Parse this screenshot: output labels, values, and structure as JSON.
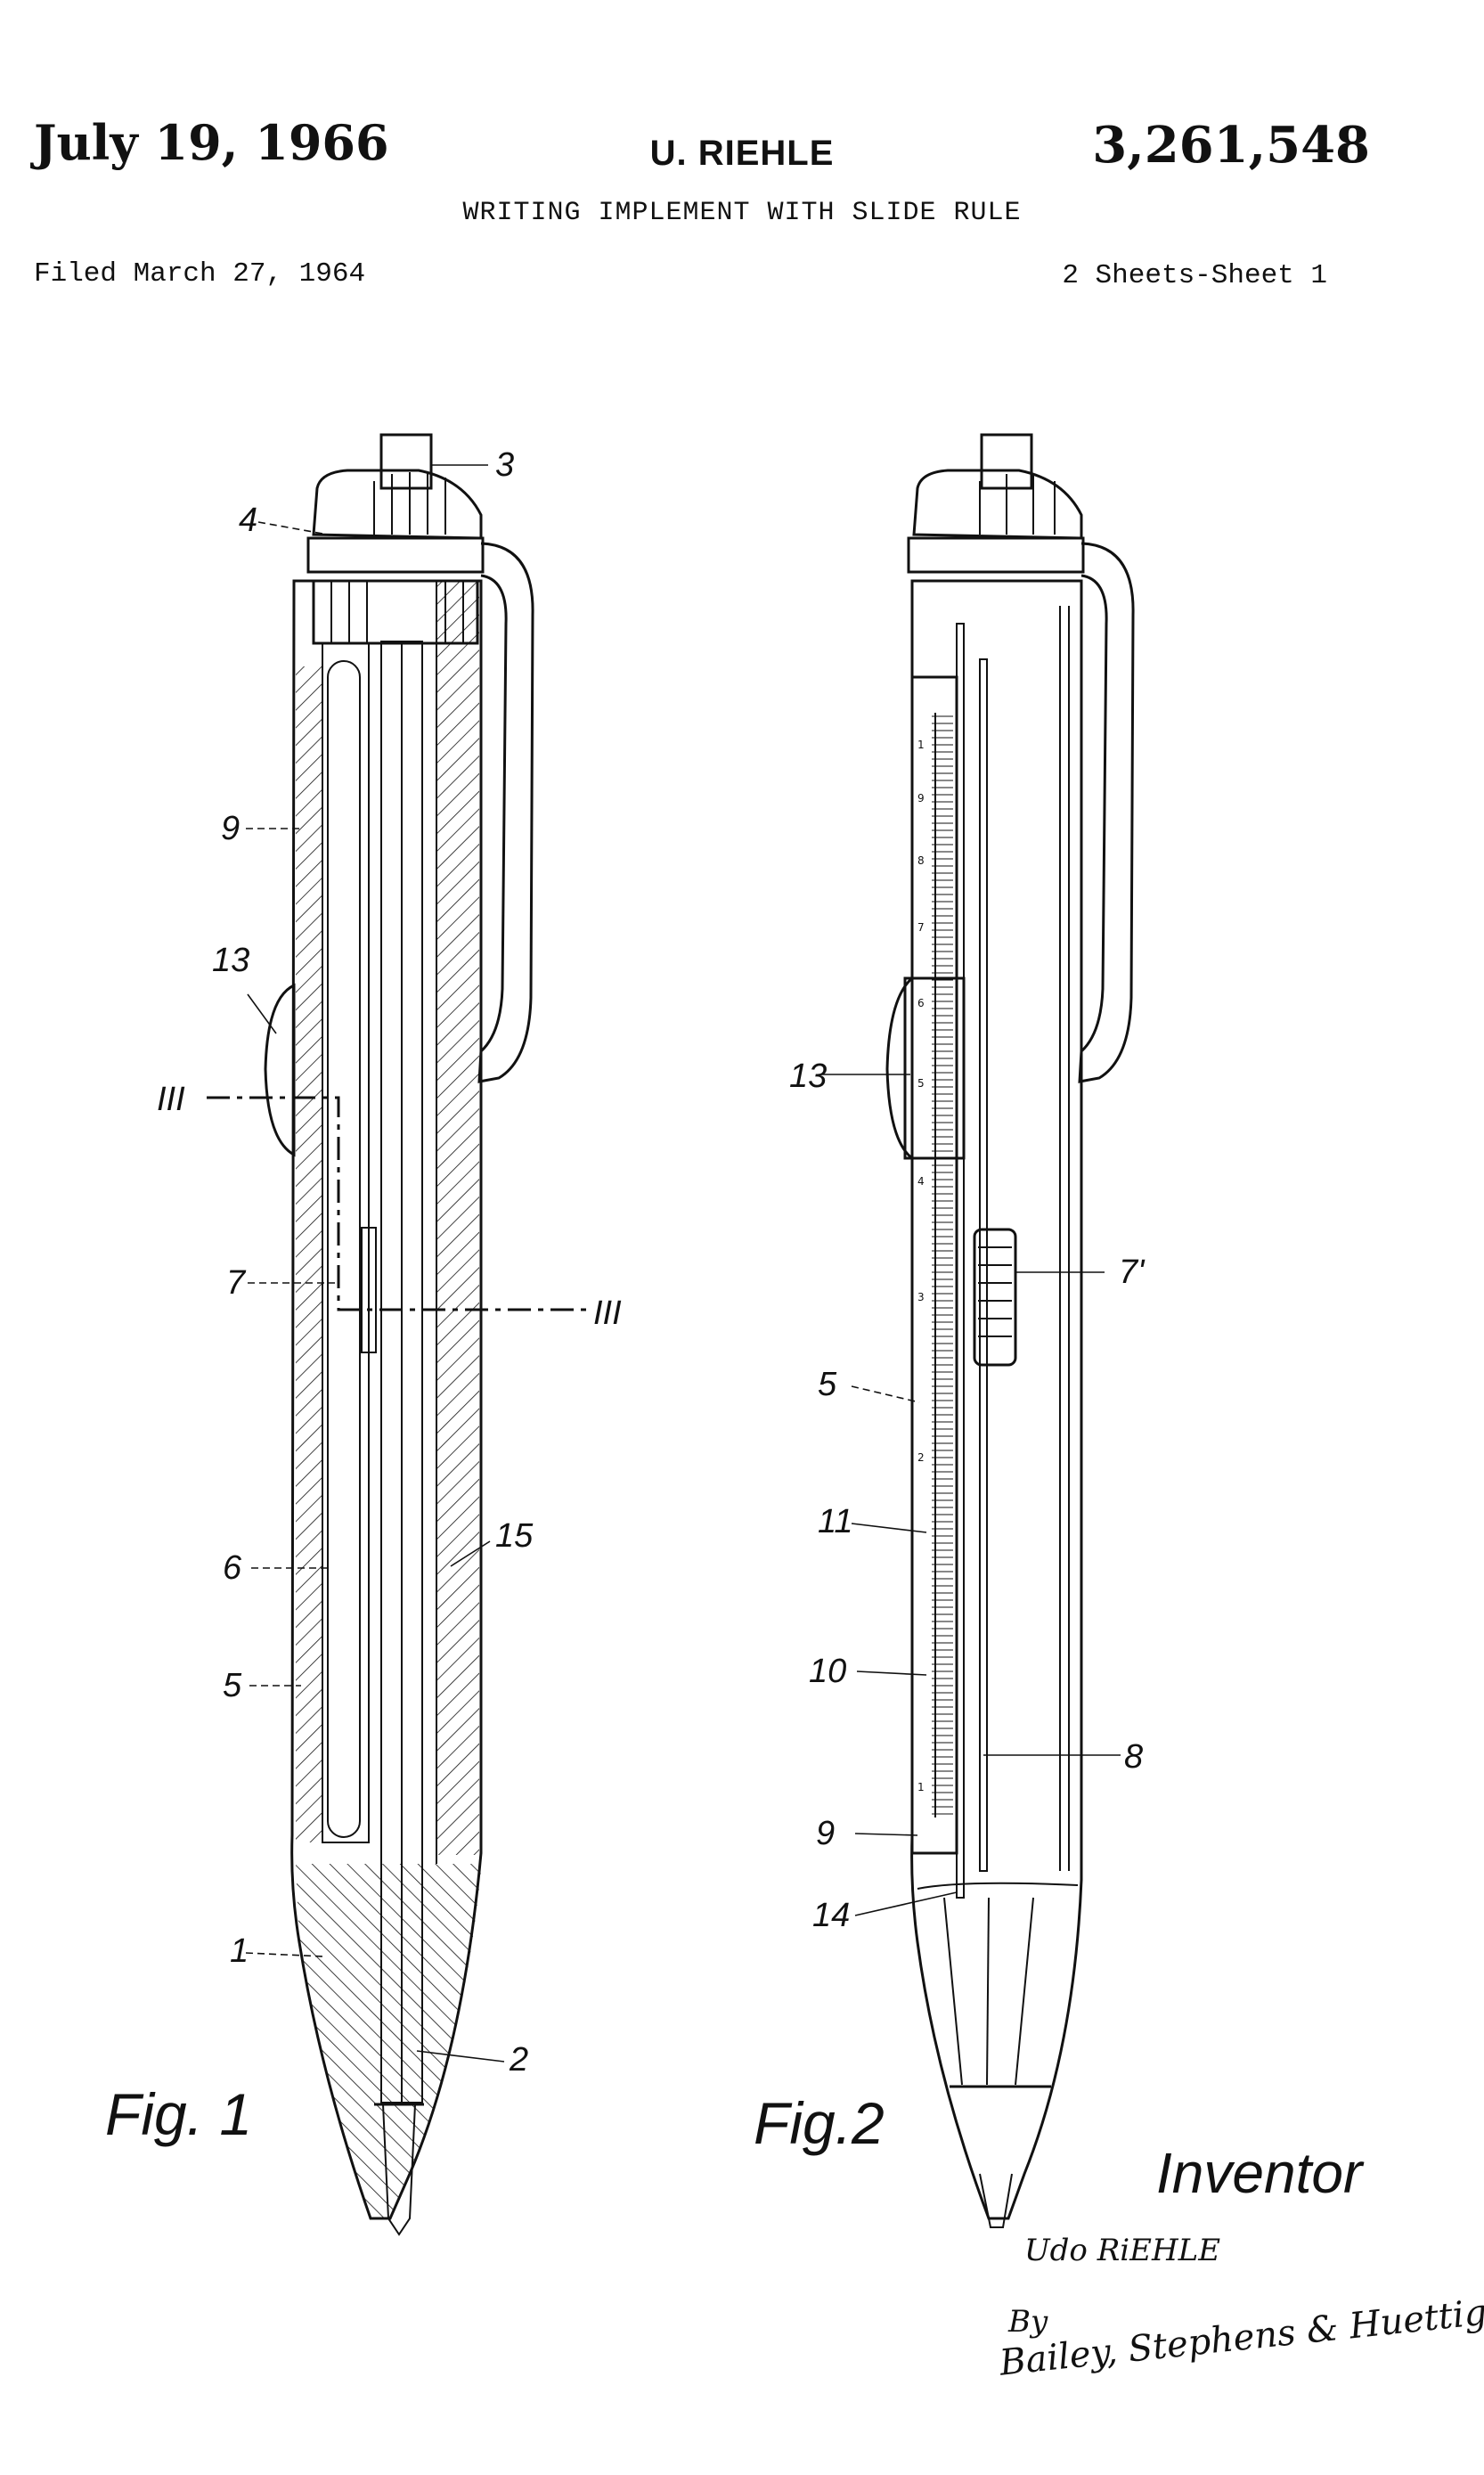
{
  "header": {
    "date": "July 19, 1966",
    "inventor_name": "U. RIEHLE",
    "patent_number": "3,261,548",
    "title": "WRITING IMPLEMENT WITH SLIDE RULE",
    "filed": "Filed March 27, 1964",
    "sheets": "2 Sheets-Sheet 1"
  },
  "figures": {
    "fig1": {
      "label": "Fig. 1",
      "refs": {
        "r3": "3",
        "r4": "4",
        "r9": "9",
        "r13": "13",
        "r_iii_a": "III",
        "r7": "7",
        "r_iii_b": "III",
        "r6": "6",
        "r15": "15",
        "r5": "5",
        "r1": "1",
        "r2": "2"
      }
    },
    "fig2": {
      "label": "Fig.2",
      "refs": {
        "r13": "13",
        "r7p": "7'",
        "r5": "5",
        "r11": "11",
        "r10": "10",
        "r8": "8",
        "r9": "9",
        "r14": "14"
      }
    }
  },
  "signature": {
    "inventor_label": "Inventor",
    "inventor_sign": "Udo RiEHLE",
    "by_label": "By",
    "attorney_sign": "Bailey, Stephens & Huettig"
  }
}
